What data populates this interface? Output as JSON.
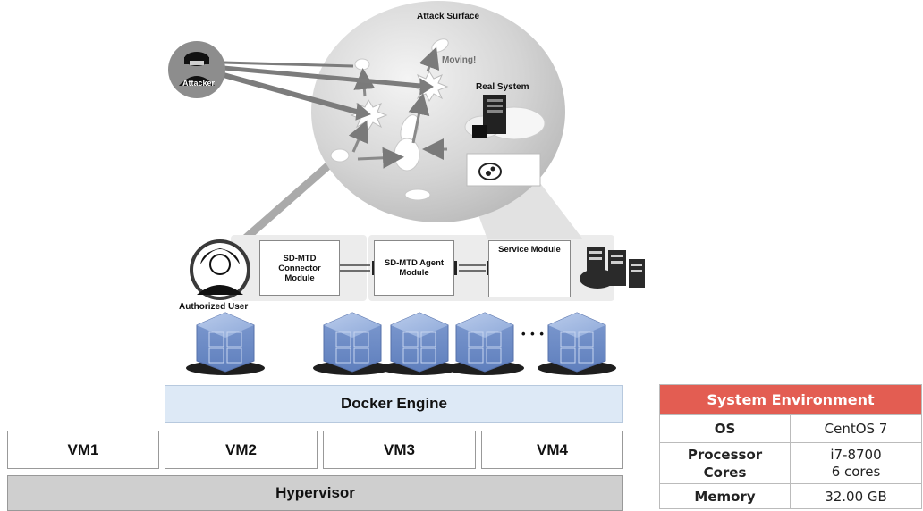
{
  "labels": {
    "attack_surface": "Attack Surface",
    "moving": "Moving!",
    "real_system": "Real System",
    "attacker": "Attacker",
    "authorized_user": "Authorized User"
  },
  "modules": {
    "connector": "SD-MTD Connector Module",
    "agent": "SD-MTD Agent Module",
    "service": "Service Module"
  },
  "ellipsis": "• • •",
  "layers": {
    "docker": "Docker Engine",
    "vms": [
      "VM1",
      "VM2",
      "VM3",
      "VM4"
    ],
    "hypervisor": "Hypervisor"
  },
  "env_table": {
    "title": "System Environment",
    "rows": [
      {
        "key": "OS",
        "value": "CentOS 7"
      },
      {
        "key": "Processor Cores",
        "value": "i7-8700 6 cores"
      },
      {
        "key": "Memory",
        "value": "32.00 GB"
      }
    ]
  },
  "colors": {
    "header_red": "#e35d52",
    "docker_fill": "#dde9f6",
    "hypervisor_fill": "#cfcfcf",
    "cube_blue": "#8aa6d6"
  }
}
